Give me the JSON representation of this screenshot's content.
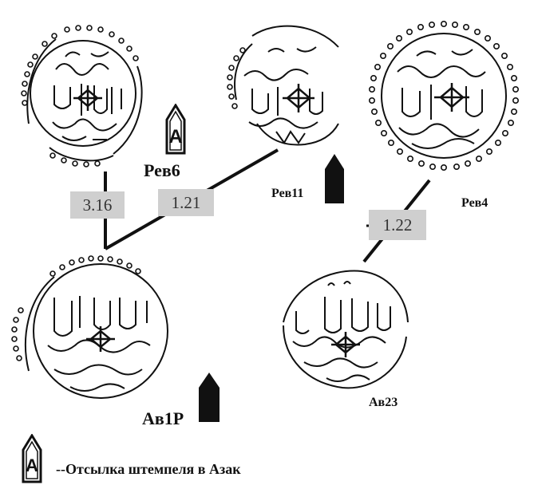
{
  "coins": {
    "rev6": {
      "label": "Рев6",
      "marker": "A"
    },
    "rev11": {
      "label": "Рев11"
    },
    "rev4": {
      "label": "Рев4"
    },
    "av1p": {
      "label": "Ав1Р"
    },
    "av23": {
      "label": "Ав23"
    }
  },
  "links": [
    {
      "from": "Рев6",
      "to": "Ав1Р",
      "value": "3.16"
    },
    {
      "from": "Рев11",
      "to": "Ав1Р",
      "value": "1.21"
    },
    {
      "from": "Рев4",
      "to": "Ав23",
      "value": "1.22"
    }
  ],
  "legend": {
    "marker": "A",
    "text": "--Отсылка штемпеля в Азак"
  },
  "colors": {
    "line": "#111111",
    "box_fill": "#cfcfcf",
    "box_text": "#333333",
    "ink": "#111111"
  }
}
